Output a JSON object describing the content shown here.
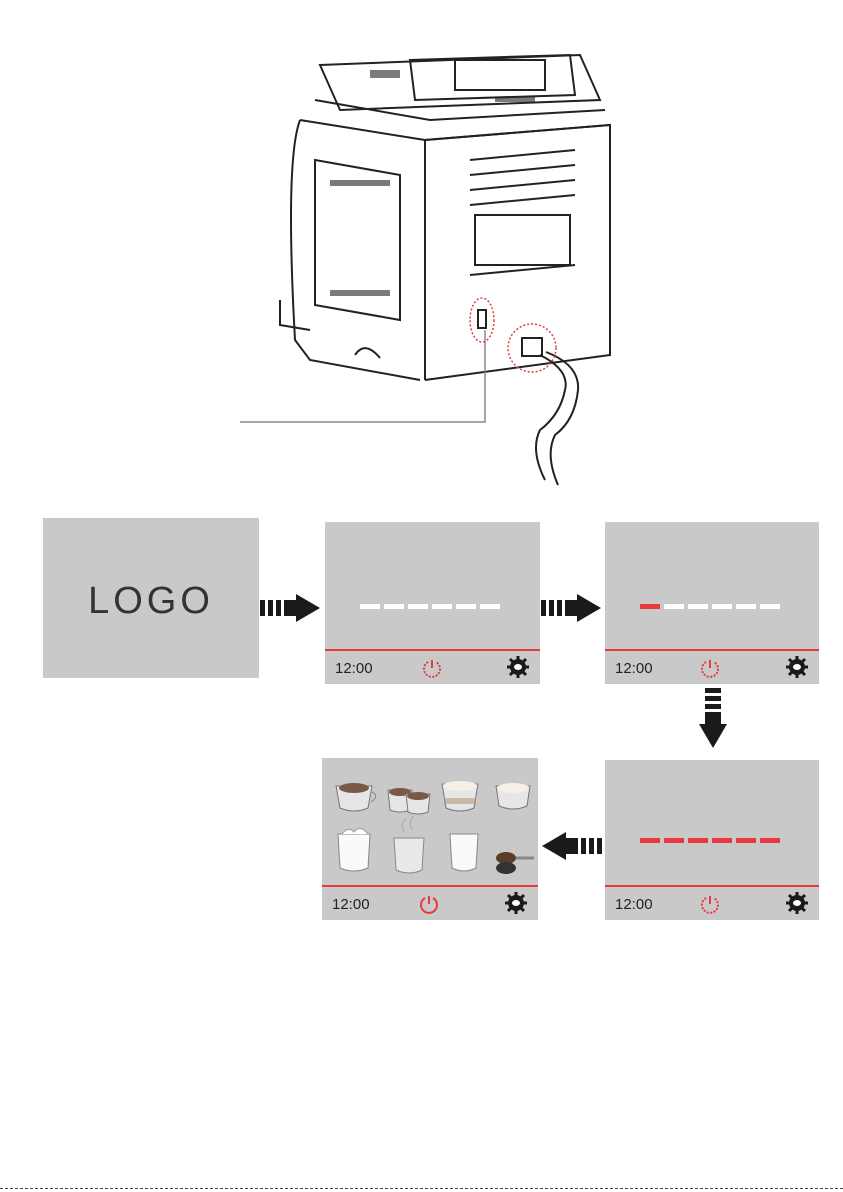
{
  "logo_screen": {
    "logo_text": "LOGO"
  },
  "screens": [
    {
      "time": "12:00",
      "progress": "0 of 6 segments filled"
    },
    {
      "time": "12:00",
      "progress": "1 of 6 segments filled"
    },
    {
      "time": "12:00",
      "progress": "6 of 6 segments filled"
    },
    {
      "time": "12:00",
      "menu": [
        "espresso",
        "double espresso",
        "cappuccino",
        "latte",
        "milk",
        "hot water",
        "milk foam",
        "ground coffee"
      ]
    }
  ],
  "colors": {
    "accent": "#e8393f",
    "screen_bg": "#c9c9c9",
    "arrow": "#1a1a1a"
  },
  "icons": [
    "power-icon",
    "gear-cup-icon",
    "flow-arrow"
  ]
}
